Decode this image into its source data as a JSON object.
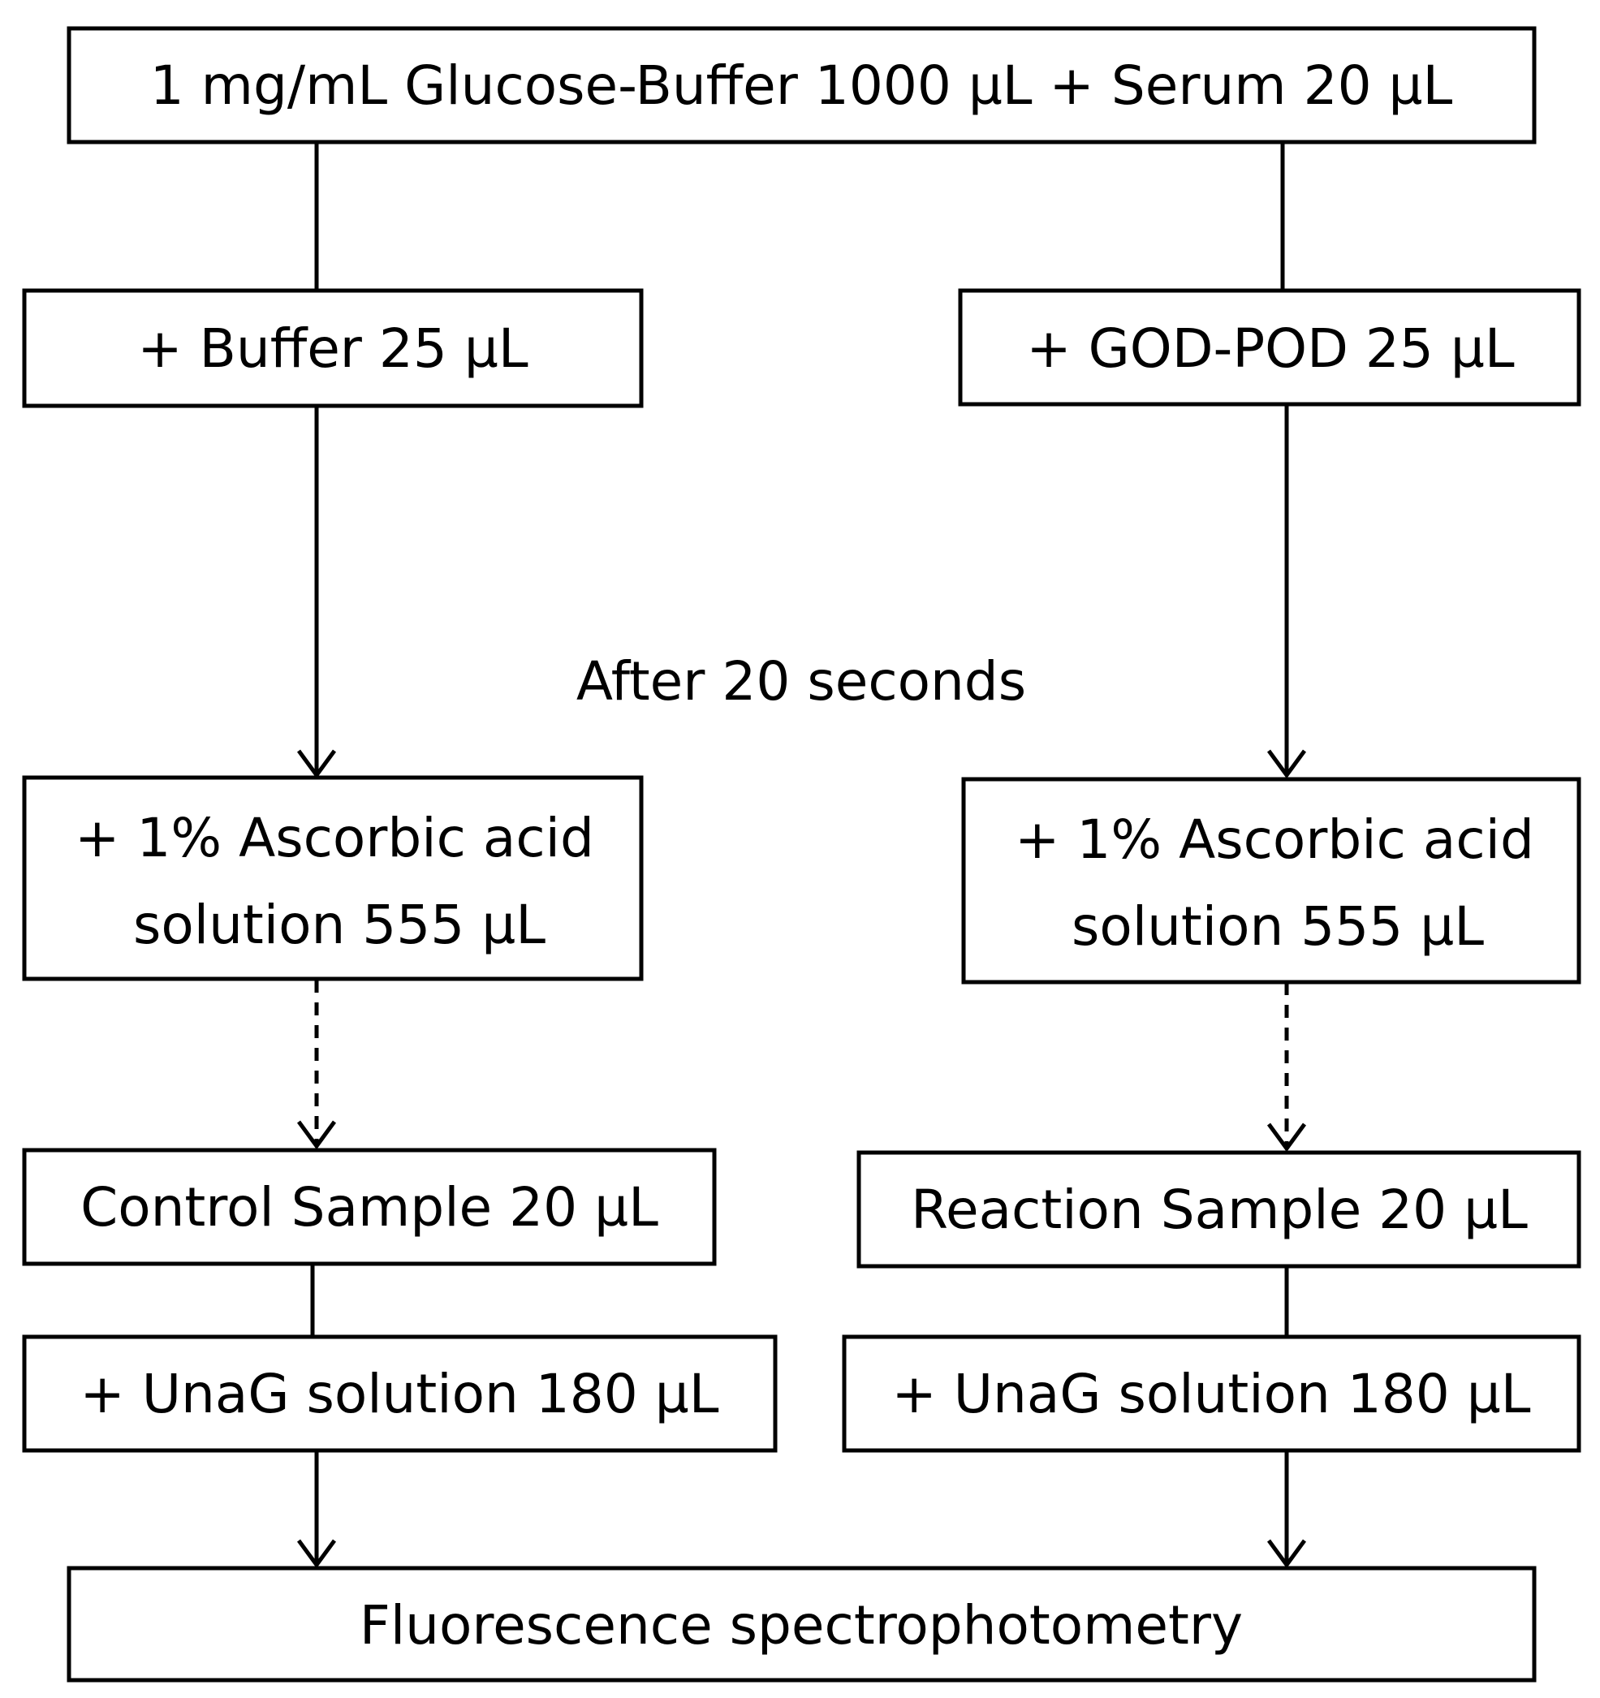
{
  "top": {
    "label": "1 mg/mL Glucose-Buffer 1000 µL + Serum 20 µL"
  },
  "left": {
    "add": "+ Buffer 25 µL",
    "acid_line1": "+ 1% Ascorbic acid",
    "acid_line2": "solution 555 µL",
    "sample": "Control Sample 20 µL",
    "unag": "+ UnaG solution 180 µL"
  },
  "right": {
    "add": "+ GOD-POD 25 µL",
    "acid_line1": "+ 1% Ascorbic acid",
    "acid_line2": "solution 555 µL",
    "sample": "Reaction Sample 20 µL",
    "unag": "+ UnaG solution 180 µL"
  },
  "timing": {
    "label": "After 20 seconds"
  },
  "bottom": {
    "label": "Fluorescence spectrophotometry"
  },
  "colors": {
    "stroke": "#000000",
    "fill": "#ffffff"
  }
}
